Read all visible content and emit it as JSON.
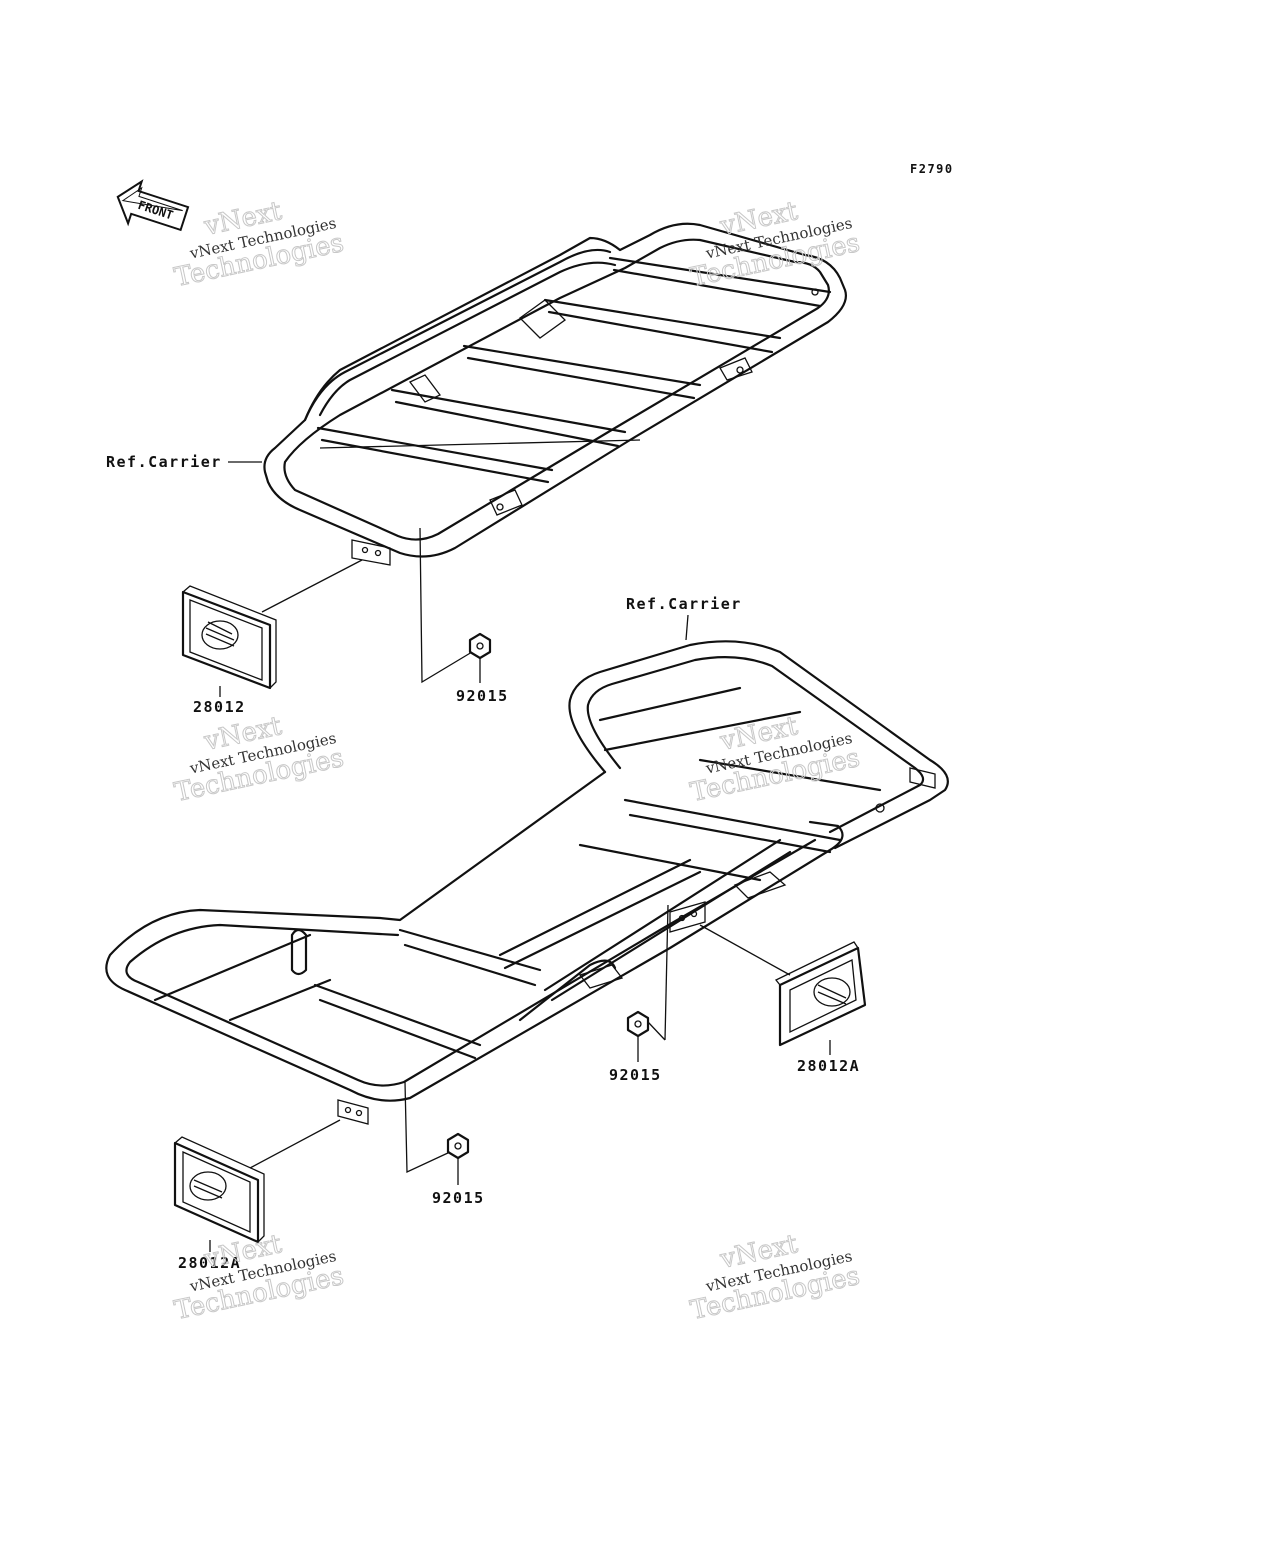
{
  "figure_code": "F2790",
  "front_arrow": {
    "label": "FRONT",
    "icon": "front-arrow-icon"
  },
  "watermark": {
    "line1": "vNext",
    "line2": "vNext Technologies",
    "line3": "Technologies"
  },
  "labels": {
    "ref_carrier_top": "Ref.Carrier",
    "ref_carrier_bottom": "Ref.Carrier",
    "part_28012": "28012",
    "part_92015_a": "92015",
    "part_92015_b": "92015",
    "part_92015_c": "92015",
    "part_28012A_right": "28012A",
    "part_28012A_left": "28012A"
  },
  "colors": {
    "line": "#111111",
    "watermark": "#c8c8c8",
    "background": "#ffffff"
  }
}
